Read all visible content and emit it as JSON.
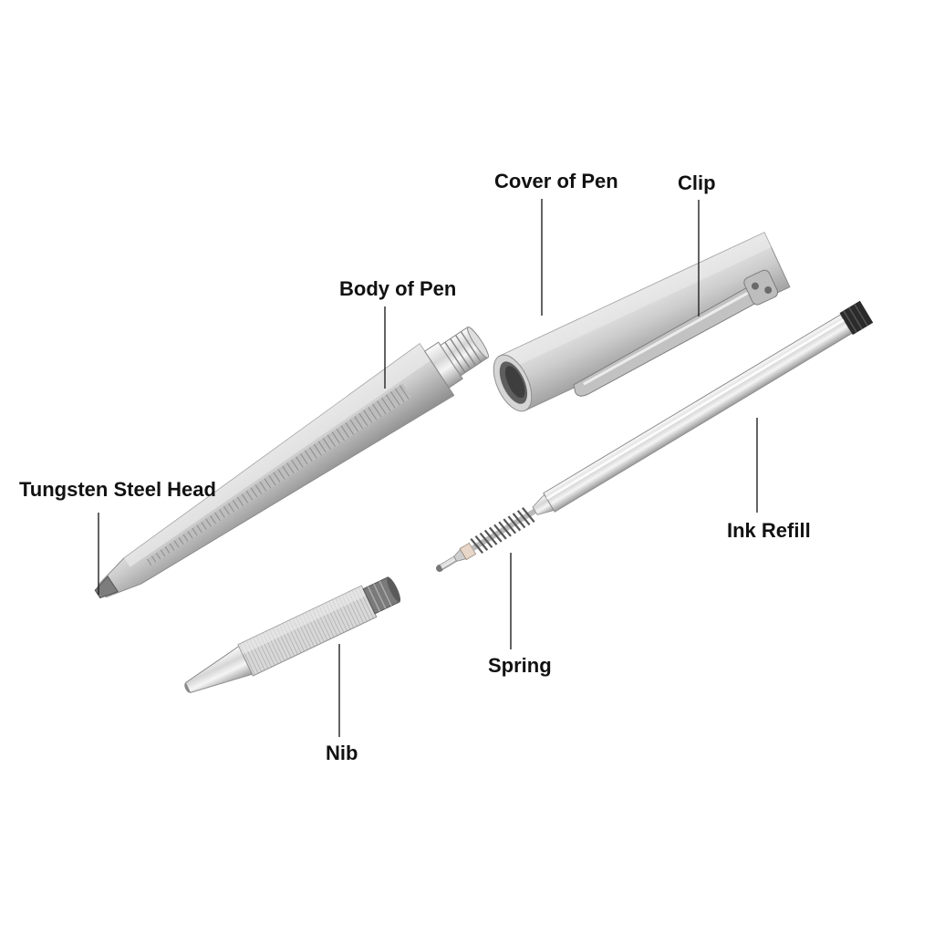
{
  "diagram": {
    "labels": {
      "cover": "Cover of Pen",
      "clip": "Clip",
      "body": "Body of Pen",
      "tungsten_head": "Tungsten Steel Head",
      "ink_refill": "Ink Refill",
      "spring": "Spring",
      "nib": "Nib"
    }
  },
  "colors": {
    "background": "#ffffff",
    "metal_light": "#e4e4e4",
    "metal_mid": "#b8b8b8",
    "metal_dark": "#8a8a8a",
    "label_text": "#111111"
  }
}
